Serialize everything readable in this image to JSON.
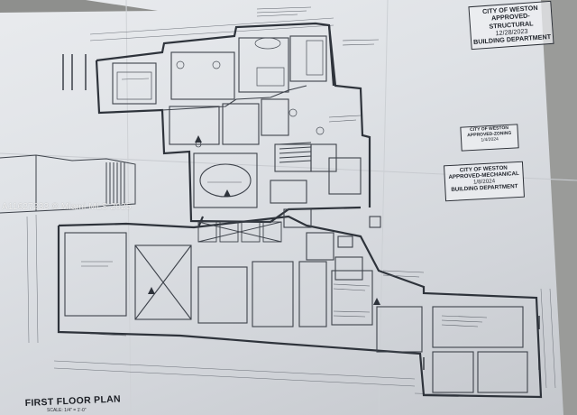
{
  "listing": {
    "watermark": "A11627233 © Miami MLS 2025"
  },
  "drawing": {
    "title": "FIRST FLOOR PLAN",
    "scale": "SCALE: 1/4\" = 1'-0\""
  },
  "stamps": {
    "structural": {
      "line1": "CITY OF WESTON",
      "line2": "APPROVED-STRUCTURAL",
      "date": "12/28/2023",
      "dept": "BUILDING DEPARTMENT"
    },
    "zoning": {
      "line1": "CITY OF WESTON",
      "line2": "APPROVED-ZONING",
      "date": "1/4/2024"
    },
    "mechanical": {
      "line1": "CITY OF WESTON",
      "line2": "APPROVED-MECHANICAL",
      "date": "1/8/2024",
      "dept": "BUILDING DEPARTMENT"
    }
  },
  "colors": {
    "paper": "#dfe2e6",
    "ink": "#3a3f47",
    "background": "#7a7a78"
  }
}
